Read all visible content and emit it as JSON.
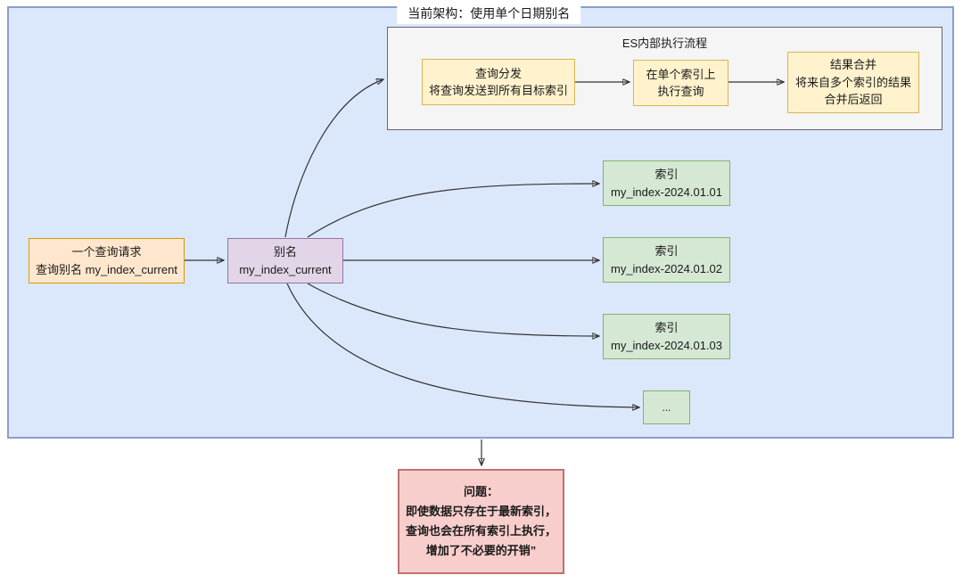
{
  "container": {
    "title": "当前架构：使用单个日期别名"
  },
  "es_flow": {
    "title": "ES内部执行流程",
    "steps": [
      {
        "lines": [
          "查询分发",
          "将查询发送到所有目标索引"
        ]
      },
      {
        "lines": [
          "在单个索引上",
          "执行查询"
        ]
      },
      {
        "lines": [
          "结果合并",
          "将来自多个索引的结果",
          "合并后返回"
        ]
      }
    ]
  },
  "nodes": {
    "query_request": {
      "lines": [
        "一个查询请求",
        "查询别名 my_index_current"
      ]
    },
    "alias": {
      "lines": [
        "别名",
        "my_index_current"
      ]
    },
    "indices": [
      {
        "lines": [
          "索引",
          "my_index-2024.01.01"
        ]
      },
      {
        "lines": [
          "索引",
          "my_index-2024.01.02"
        ]
      },
      {
        "lines": [
          "索引",
          "my_index-2024.01.03"
        ]
      }
    ],
    "more": {
      "label": "..."
    },
    "problem": {
      "lines": [
        "问题：",
        "即使数据只存在于最新索引，",
        "查询也会在所有索引上执行，",
        "增加了不必要的开销”"
      ]
    }
  },
  "colors": {
    "container_fill": "#dbe8fc",
    "container_border": "#8c9ecb",
    "es_fill": "#f5f5f5",
    "es_border": "#666666",
    "yellow_fill": "#fff2cc",
    "yellow_border": "#d6b656",
    "orange_fill": "#ffe6cc",
    "orange_border": "#d79b00",
    "purple_fill": "#e1d5e7",
    "purple_border": "#9673a6",
    "green_fill": "#d5e8d4",
    "green_border": "#82b366",
    "red_fill": "#f8cecc",
    "red_border": "#bc7470",
    "arrow": "#333333"
  }
}
